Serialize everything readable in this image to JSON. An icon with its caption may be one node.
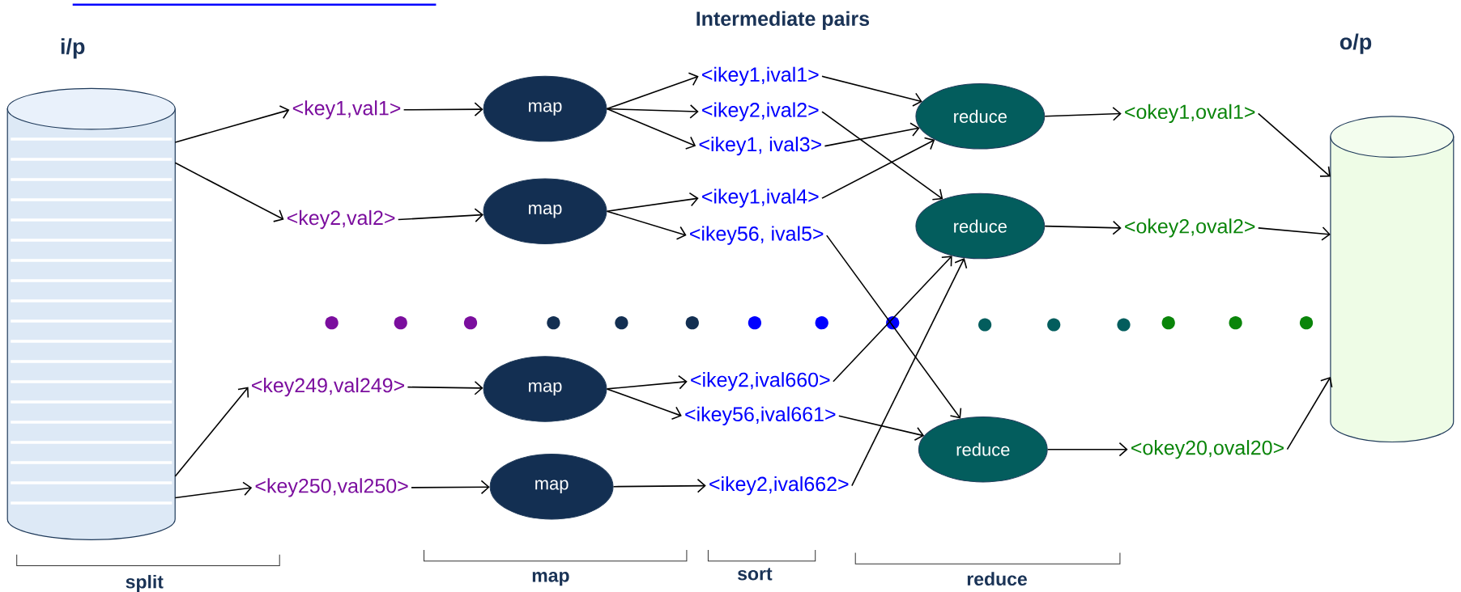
{
  "diagram": {
    "title": "Intermediate pairs",
    "nodes": [
      {
        "text": [
          "i/p"
        ]
      },
      {
        "text": [
          "<key1,val1>"
        ]
      },
      {
        "text": [
          "<key2,val2>"
        ]
      },
      {
        "text": [
          "<key249,val249>"
        ]
      },
      {
        "text": [
          "<key250,val250>"
        ]
      },
      {
        "text": [
          "map"
        ]
      },
      {
        "text": [
          "map"
        ]
      },
      {
        "text": [
          "map"
        ]
      },
      {
        "text": [
          "map"
        ]
      },
      {
        "text": [
          "<ikey1,ival1>"
        ]
      },
      {
        "text": [
          "<ikey2,ival2>"
        ]
      },
      {
        "text": [
          "<ikey1, ival3>"
        ]
      },
      {
        "text": [
          "<ikey1,ival4>"
        ]
      },
      {
        "text": [
          "<ikey56, ival5>"
        ]
      },
      {
        "text": [
          "<ikey2,ival660>"
        ]
      },
      {
        "text": [
          "<ikey56,ival661>"
        ]
      },
      {
        "text": [
          "<ikey2,ival662>"
        ]
      },
      {
        "text": [
          "reduce"
        ]
      },
      {
        "text": [
          "reduce"
        ]
      },
      {
        "text": [
          "reduce"
        ]
      },
      {
        "text": [
          "<okey1,oval1>"
        ]
      },
      {
        "text": [
          "<okey2,oval2>"
        ]
      },
      {
        "text": [
          "<okey20,oval20>"
        ]
      },
      {
        "text": [
          "o/p"
        ]
      }
    ],
    "edges": [
      {
        "from": 0,
        "to": 1,
        "arrow": "to"
      },
      {
        "from": 0,
        "to": 2,
        "arrow": "to"
      },
      {
        "from": 0,
        "to": 3,
        "arrow": "to"
      },
      {
        "from": 0,
        "to": 4,
        "arrow": "to"
      },
      {
        "from": 1,
        "to": 5,
        "arrow": "to"
      },
      {
        "from": 2,
        "to": 6,
        "arrow": "to"
      },
      {
        "from": 3,
        "to": 7,
        "arrow": "to"
      },
      {
        "from": 4,
        "to": 8,
        "arrow": "to"
      },
      {
        "from": 5,
        "to": 9,
        "arrow": "to"
      },
      {
        "from": 5,
        "to": 10,
        "arrow": "to"
      },
      {
        "from": 5,
        "to": 11,
        "arrow": "to"
      },
      {
        "from": 6,
        "to": 12,
        "arrow": "to"
      },
      {
        "from": 6,
        "to": 13,
        "arrow": "to"
      },
      {
        "from": 7,
        "to": 14,
        "arrow": "to"
      },
      {
        "from": 7,
        "to": 15,
        "arrow": "to"
      },
      {
        "from": 8,
        "to": 16,
        "arrow": "to"
      },
      {
        "from": 9,
        "to": 17,
        "arrow": "to"
      },
      {
        "from": 11,
        "to": 17,
        "arrow": "to"
      },
      {
        "from": 12,
        "to": 17,
        "arrow": "to"
      },
      {
        "from": 10,
        "to": 18,
        "arrow": "to"
      },
      {
        "from": 14,
        "to": 18,
        "arrow": "to"
      },
      {
        "from": 16,
        "to": 18,
        "arrow": "to"
      },
      {
        "from": 13,
        "to": 19,
        "arrow": "to"
      },
      {
        "from": 15,
        "to": 19,
        "arrow": "to"
      },
      {
        "from": 17,
        "to": 20,
        "arrow": "to"
      },
      {
        "from": 18,
        "to": 21,
        "arrow": "to"
      },
      {
        "from": 19,
        "to": 22,
        "arrow": "to"
      },
      {
        "from": 20,
        "to": 23,
        "arrow": "to"
      },
      {
        "from": 21,
        "to": 23,
        "arrow": "to"
      },
      {
        "from": 22,
        "to": 23,
        "arrow": "to"
      }
    ],
    "labels": [
      "split",
      "map",
      "sort",
      "reduce"
    ]
  }
}
